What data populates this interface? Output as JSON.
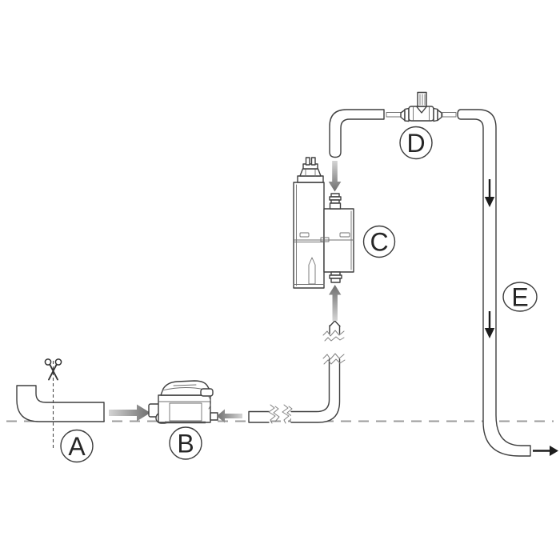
{
  "diagram": {
    "description": "condensate-pump-installation-diagram",
    "background": "#ffffff",
    "line_color": "#3f3f3f",
    "gray_arrow_color": "#8a8a8a",
    "flow_arrow_color": "#1d1d1d",
    "floor_line_color": "#9b9b9b",
    "labels": {
      "a": "A",
      "b": "B",
      "c": "C",
      "d": "D",
      "e": "E"
    },
    "components": {
      "a": "drain-pipe-cut-point",
      "b": "pump-unit",
      "c": "detection-reservoir-unit",
      "d": "inline-valve",
      "e": "discharge-pipe"
    },
    "icons": {
      "scissors": "✂"
    }
  }
}
